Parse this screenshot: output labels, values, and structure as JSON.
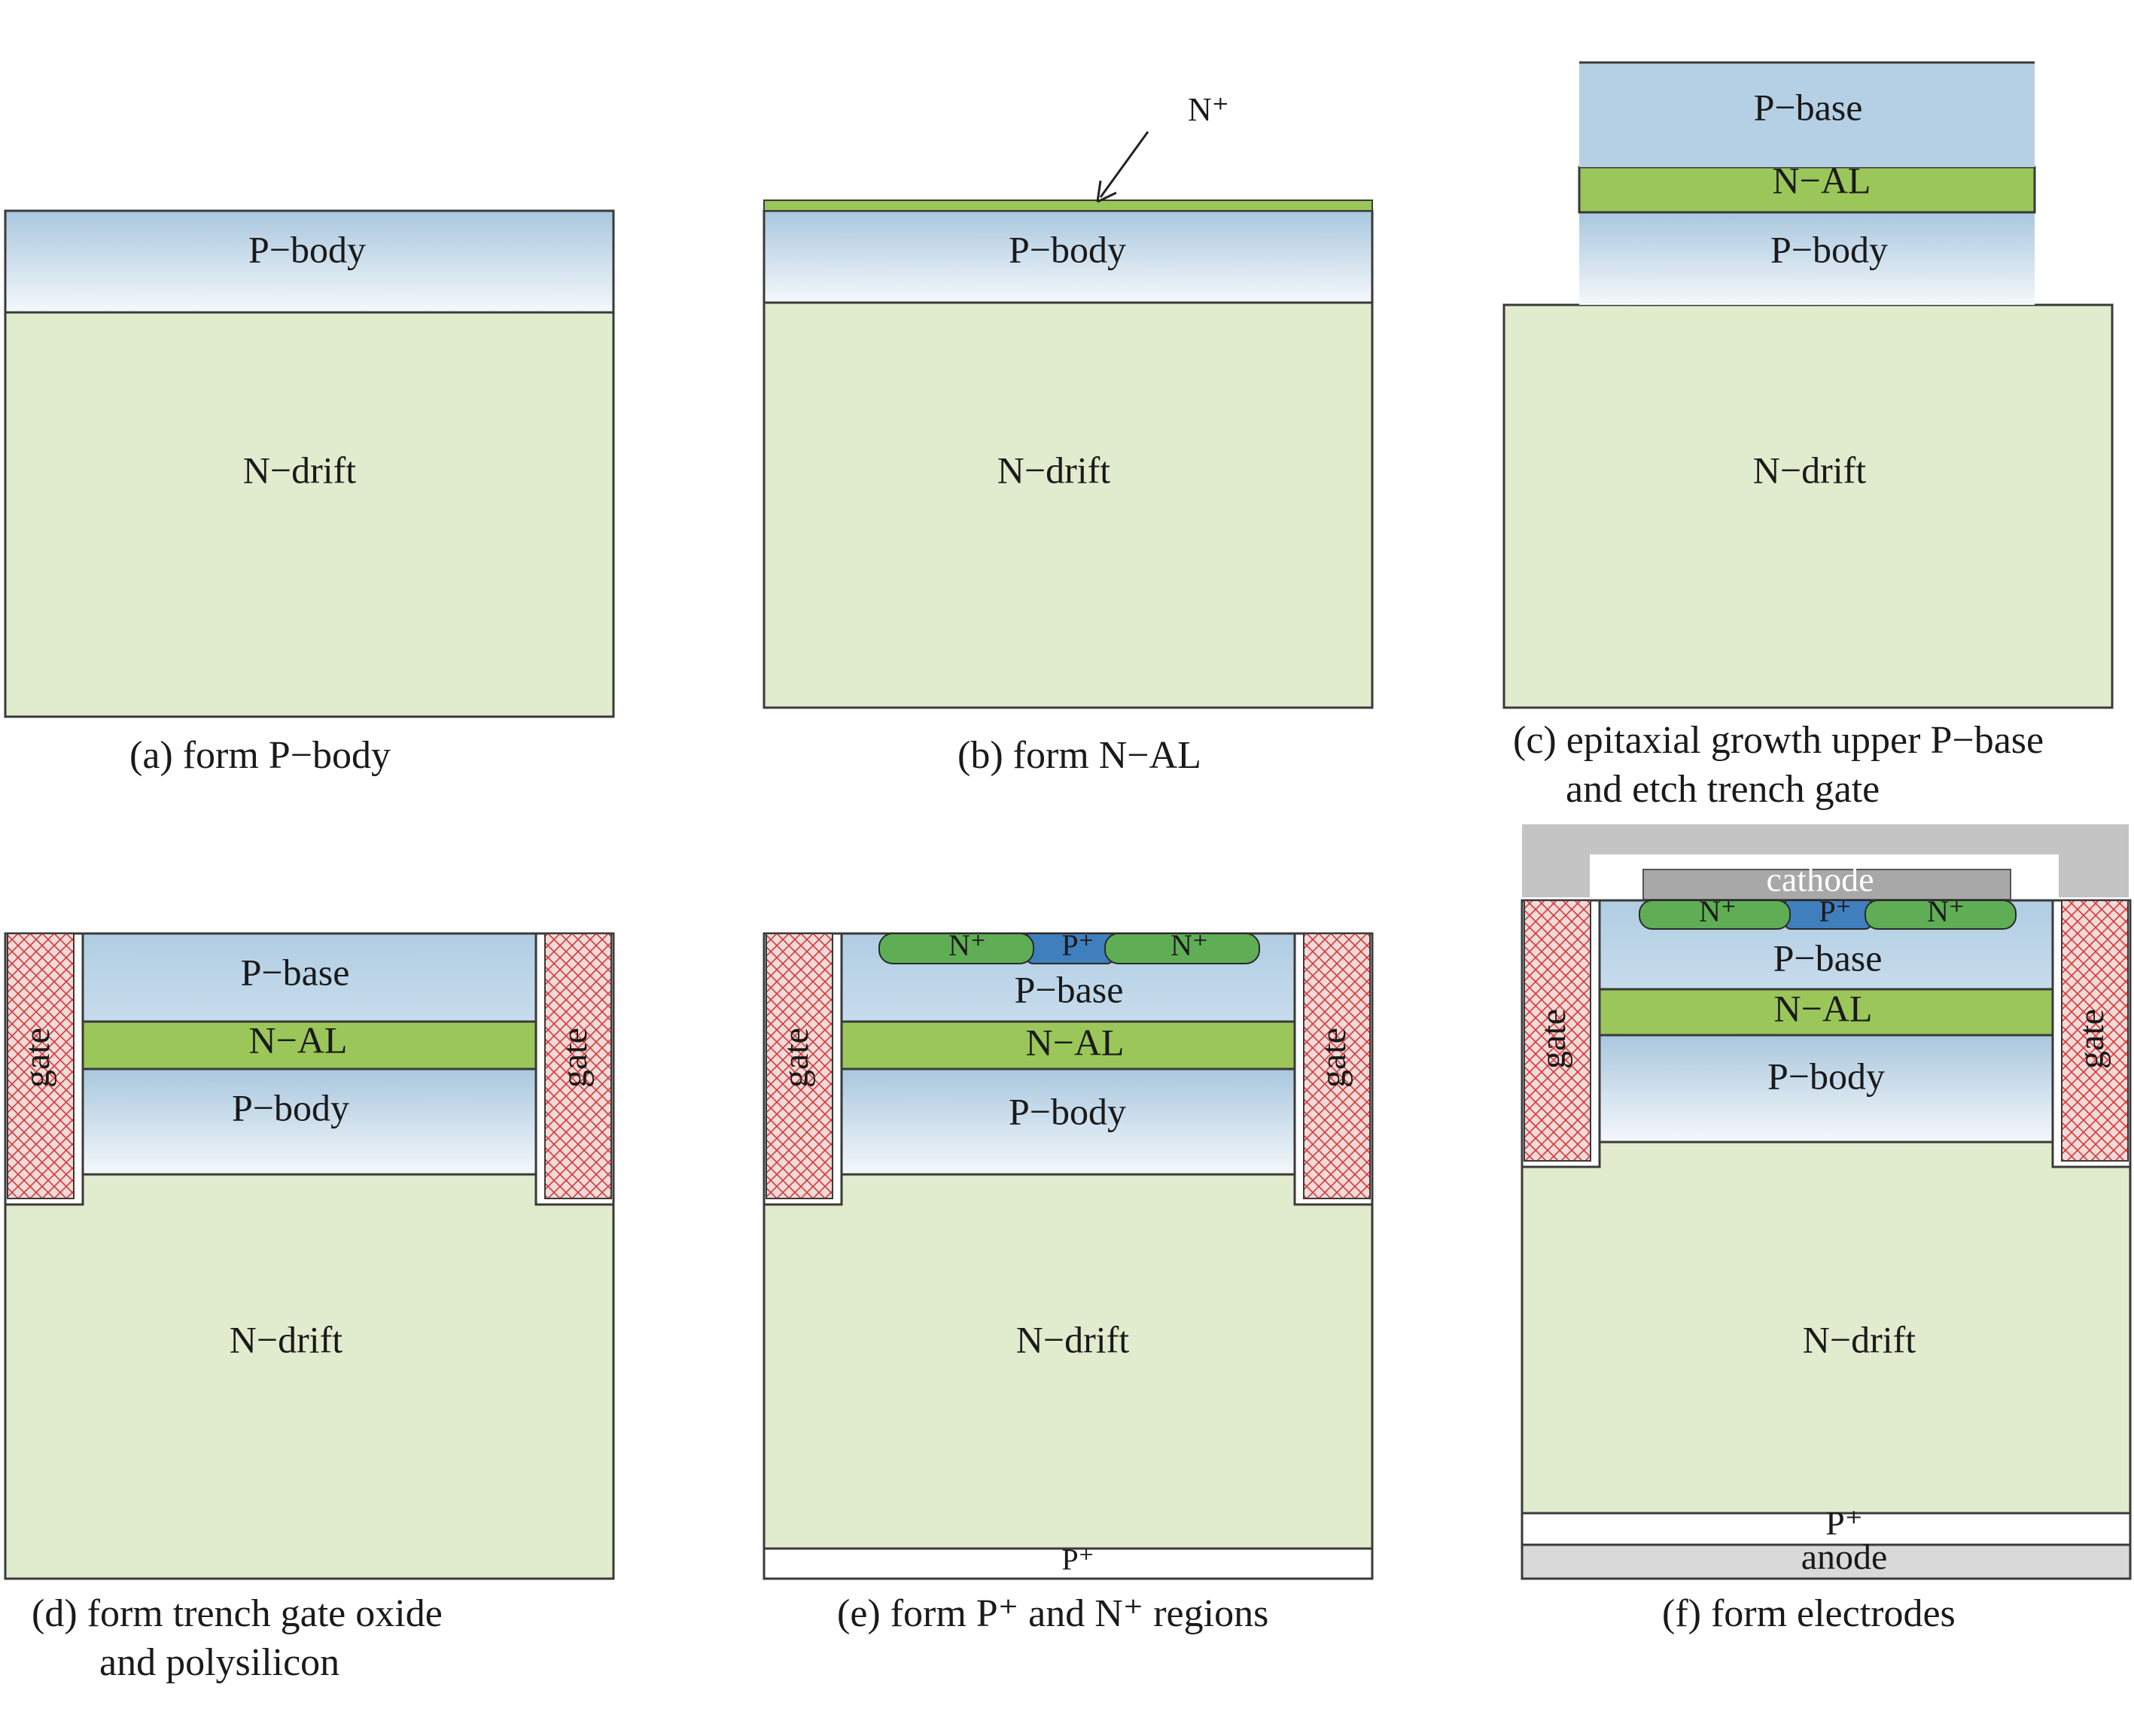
{
  "colors": {
    "n_drift": "#e1ebcd",
    "p_body_top": "#a9c7de",
    "p_body_bottom": "#f4f8fb",
    "p_base": "#b5d0e4",
    "n_al": "#9bc659",
    "n_plus": "#5fae55",
    "p_plus_contact": "#3f7fbd",
    "gate_hatch": "#e8b1ae",
    "gate_line": "#d23a3a",
    "metal": "#c4c4c4",
    "cathode": "#a8a8a8",
    "anode": "#d9d9d9"
  },
  "labels": {
    "p_body": "P−body",
    "n_drift": "N−drift",
    "p_base": "P−base",
    "n_al": "N−AL",
    "gate": "gate",
    "n_plus": "N⁺",
    "p_plus": "P⁺",
    "cathode": "cathode",
    "anode": "anode"
  },
  "panels": {
    "a": {
      "caption": [
        "(a) form P−body"
      ]
    },
    "b": {
      "caption": [
        "(b) form N−AL"
      ],
      "arrow_label": "N⁺"
    },
    "c": {
      "caption": [
        "(c) epitaxial growth upper P−base",
        "and etch trench gate"
      ]
    },
    "d": {
      "caption": [
        "(d) form trench gate oxide",
        "and polysilicon"
      ]
    },
    "e": {
      "caption": [
        "(e) form P⁺ and N⁺ regions"
      ]
    },
    "f": {
      "caption": [
        "(f) form electrodes"
      ]
    }
  }
}
